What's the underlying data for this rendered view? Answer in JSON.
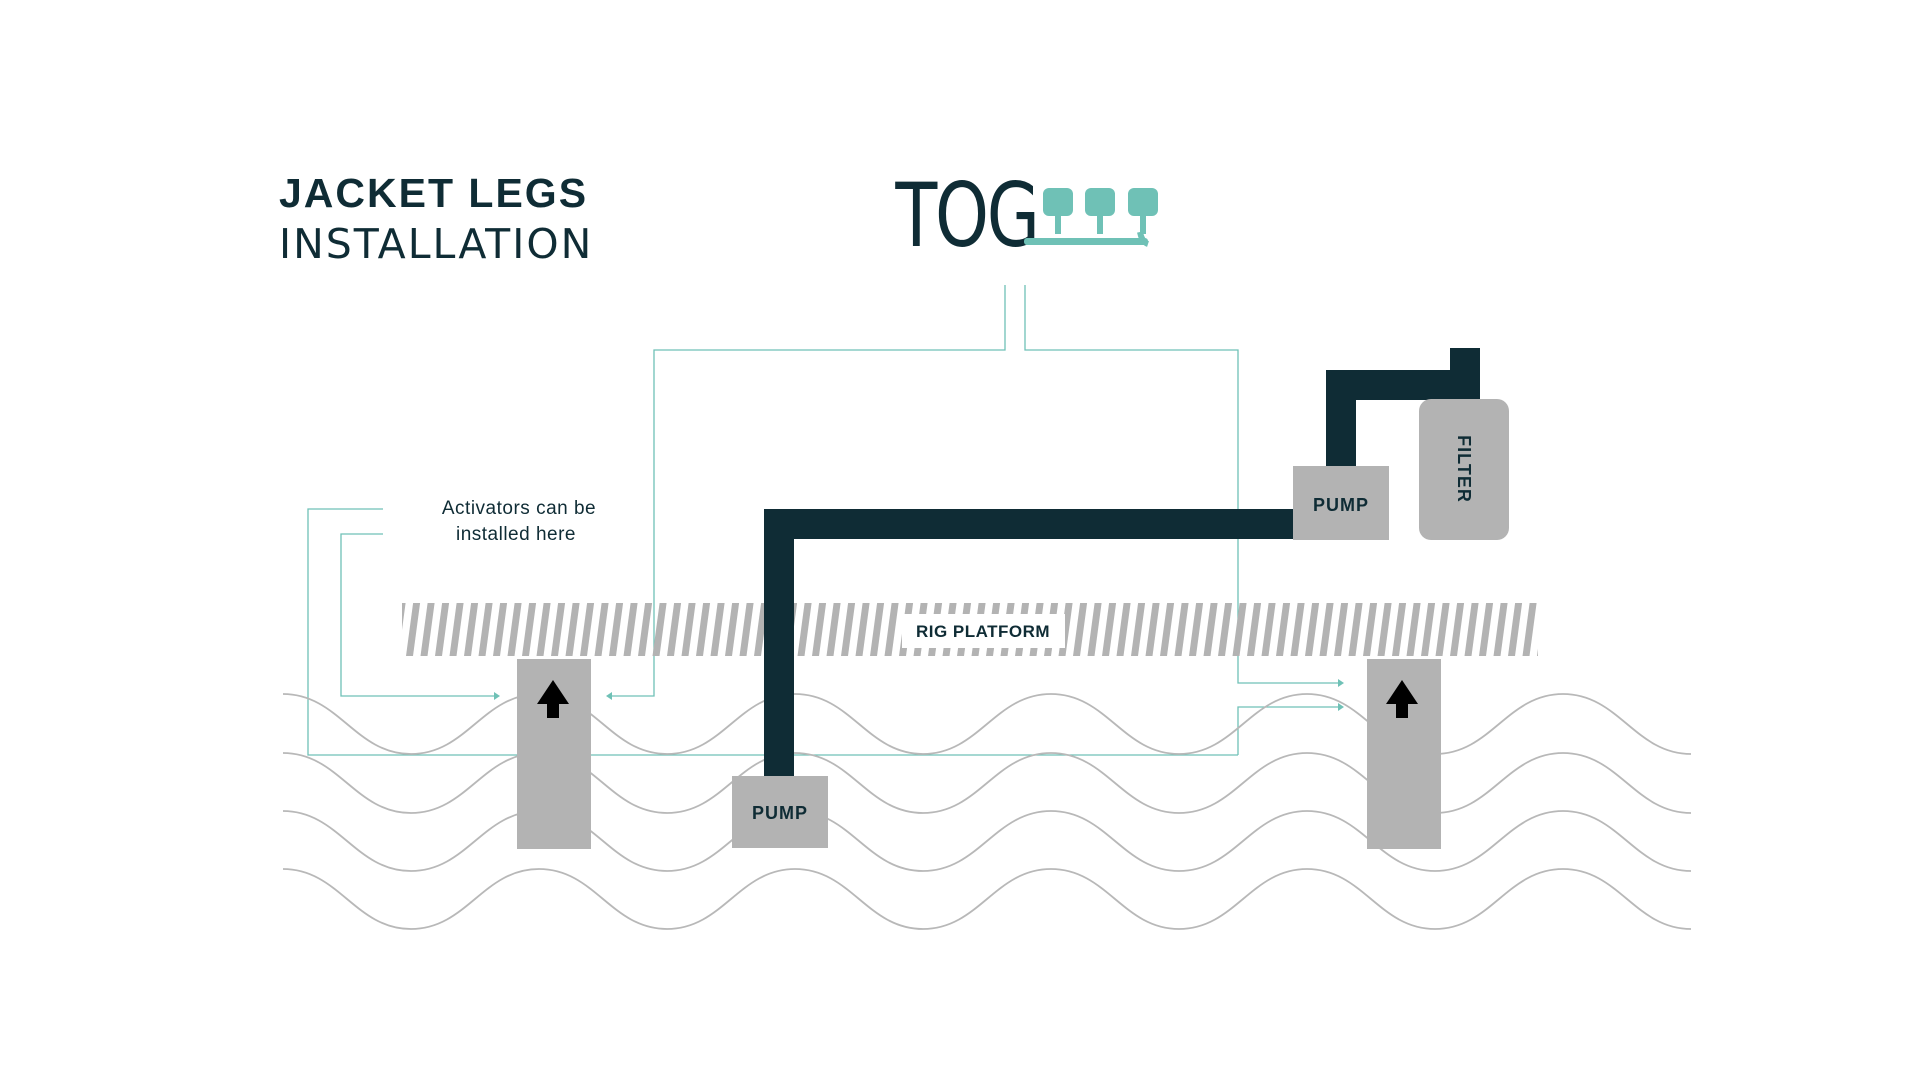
{
  "header": {
    "title_bold": "JACKET LEGS",
    "title_light": "INSTALLATION"
  },
  "logo": {
    "text": "TOG"
  },
  "diagram": {
    "annotation_line1": "Activators can be",
    "annotation_line2": "installed here",
    "platform_label": "RIG PLATFORM",
    "pump_left_label": "PUMP",
    "pump_right_label": "PUMP",
    "filter_label": "FILTER"
  },
  "colors": {
    "navy": "#0f2c35",
    "teal": "#6fc1b6",
    "gray": "#b3b3b3",
    "wave": "#b8b8b8"
  },
  "icons": [
    "arrow-up-icon",
    "logo-node-icon"
  ]
}
